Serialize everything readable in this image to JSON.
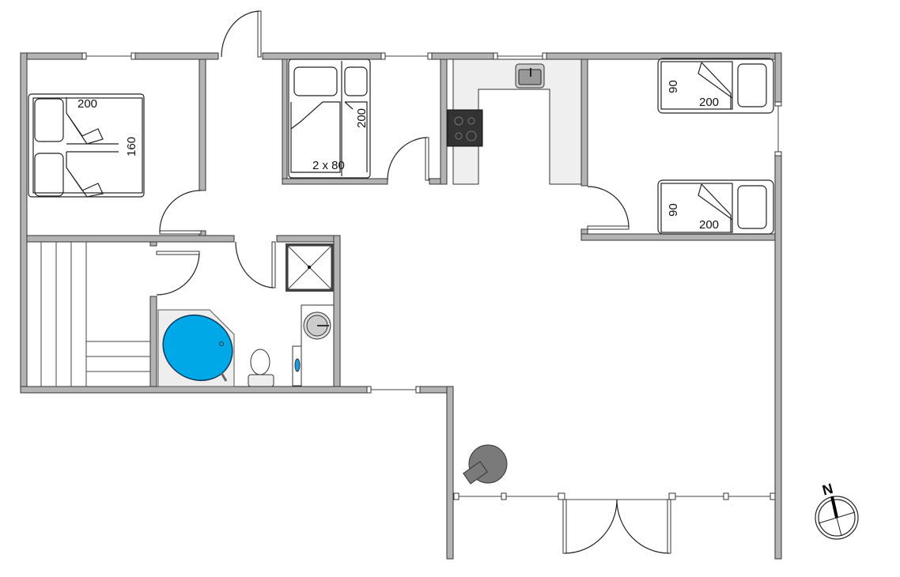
{
  "floorplan": {
    "bedroom_1": {
      "bed_length": "200",
      "bed_width": "160"
    },
    "bedroom_2": {
      "bed_length": "200",
      "bed_width": "2 x 80"
    },
    "bedroom_3": {
      "bed_top_width": "90",
      "bed_top_length": "200",
      "bed_bottom_width": "90",
      "bed_bottom_length": "200"
    },
    "compass": {
      "north_label": "N"
    },
    "colors": {
      "wall": "#b3b3b3",
      "bathtub_water": "#00a8e8",
      "counter": "#efefef",
      "stove": "#333333"
    }
  }
}
